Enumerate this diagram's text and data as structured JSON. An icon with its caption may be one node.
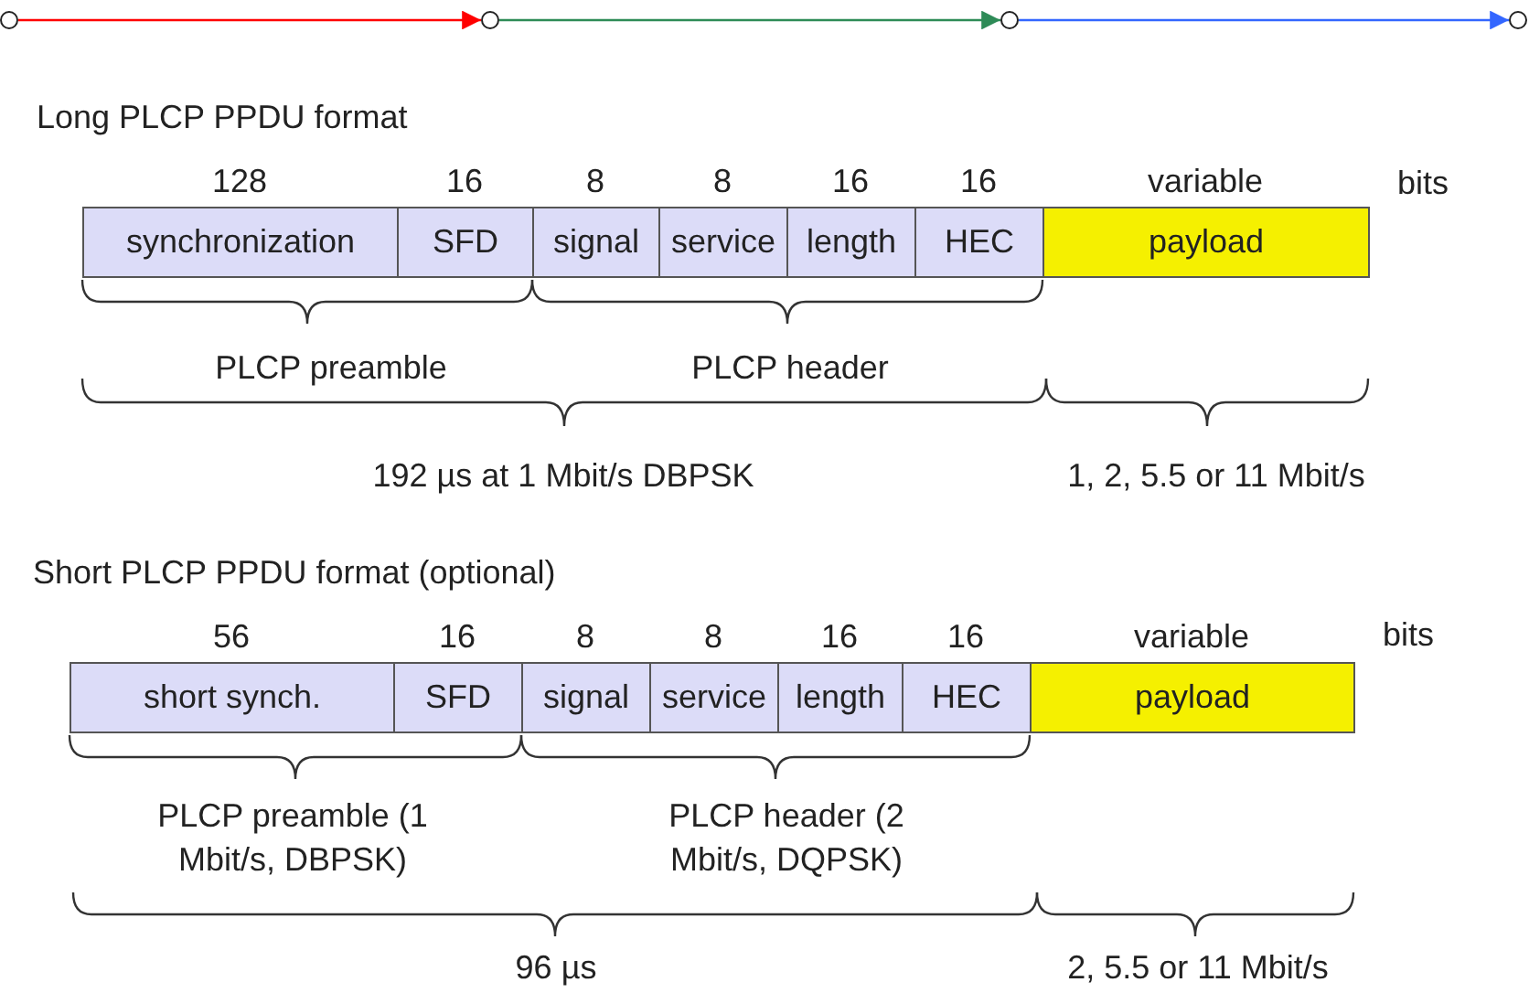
{
  "diagram": {
    "nodes": [
      {
        "text": [],
        "shape": "circle"
      },
      {
        "text": [],
        "shape": "circle"
      },
      {
        "text": [],
        "shape": "circle"
      },
      {
        "text": [],
        "shape": "circle"
      },
      {
        "text": [
          "synchronization"
        ],
        "beside": [
          "128"
        ]
      },
      {
        "text": [
          "SFD"
        ],
        "beside": [
          "16"
        ]
      },
      {
        "text": [
          "signal"
        ],
        "beside": [
          "8"
        ]
      },
      {
        "text": [
          "service"
        ],
        "beside": [
          "8"
        ]
      },
      {
        "text": [
          "length"
        ],
        "beside": [
          "16"
        ]
      },
      {
        "text": [
          "HEC"
        ],
        "beside": [
          "16"
        ]
      },
      {
        "text": [
          "payload"
        ],
        "beside": [
          "variable"
        ]
      },
      {
        "text": [
          "short synch."
        ],
        "beside": [
          "56"
        ]
      },
      {
        "text": [
          "SFD"
        ],
        "beside": [
          "16"
        ]
      },
      {
        "text": [
          "signal"
        ],
        "beside": [
          "8"
        ]
      },
      {
        "text": [
          "service"
        ],
        "beside": [
          "8"
        ]
      },
      {
        "text": [
          "length"
        ],
        "beside": [
          "16"
        ]
      },
      {
        "text": [
          "HEC"
        ],
        "beside": [
          "16"
        ]
      },
      {
        "text": [
          "payload"
        ],
        "beside": [
          "variable"
        ]
      }
    ],
    "edges": [
      {
        "from": 0,
        "to": 1,
        "arrow": "to",
        "color": "#ff0000"
      },
      {
        "from": 1,
        "to": 2,
        "arrow": "to",
        "color": "#2e8b57"
      },
      {
        "from": 2,
        "to": 3,
        "arrow": "to",
        "color": "#3366ff"
      }
    ],
    "labels": [
      "Long PLCP PPDU format",
      "bits",
      "PLCP preamble",
      "PLCP header",
      "192 µs at 1 Mbit/s DBPSK",
      "1, 2, 5.5 or 11 Mbit/s",
      "Short PLCP PPDU format (optional)",
      "bits",
      "PLCP preamble (1 Mbit/s, DBPSK)",
      "PLCP header (2 Mbit/s, DQPSK)",
      "96 µs",
      "2, 5.5 or 11 Mbit/s"
    ]
  }
}
